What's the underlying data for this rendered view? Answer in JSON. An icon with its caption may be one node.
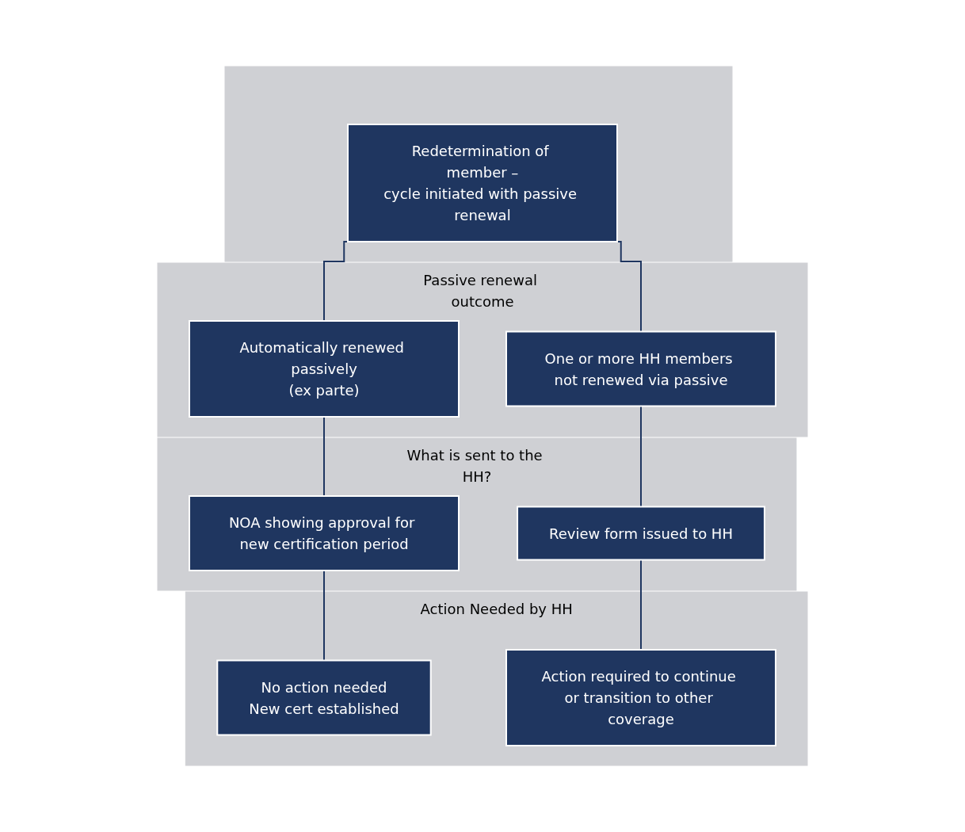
{
  "diagram": {
    "nodes": [
      {
        "text": [],
        "shape": "band"
      },
      {
        "text": [
          "Redetermination of member –",
          "cycle initiated with passive renewal"
        ],
        "in": 0
      },
      {
        "text": [
          "Passive renewal outcome"
        ]
      },
      {
        "text": [
          "Automatically renewed passively",
          "(ex parte)"
        ],
        "in": 2
      },
      {
        "text": [
          "One or more HH members not renewed via passive"
        ],
        "in": 2
      },
      {
        "text": [
          "What is sent to the HH?"
        ]
      },
      {
        "text": [
          "NOA showing approval for new certification period"
        ],
        "in": 5
      },
      {
        "text": [
          "Review form issued to HH"
        ],
        "in": 5
      },
      {
        "text": [
          "Action Needed by HH"
        ]
      },
      {
        "text": [
          "No action needed",
          "New cert established"
        ],
        "in": 8
      },
      {
        "text": [
          "Action required to continue or transition to other coverage"
        ],
        "in": 8
      }
    ],
    "edges": [
      {
        "from": 1,
        "to": 3,
        "arrow": "none"
      },
      {
        "from": 1,
        "to": 4,
        "arrow": "none"
      },
      {
        "from": 3,
        "to": 6,
        "arrow": "none"
      },
      {
        "from": 4,
        "to": 7,
        "arrow": "none"
      },
      {
        "from": 6,
        "to": 9,
        "arrow": "none"
      },
      {
        "from": 7,
        "to": 10,
        "arrow": "none"
      }
    ]
  }
}
